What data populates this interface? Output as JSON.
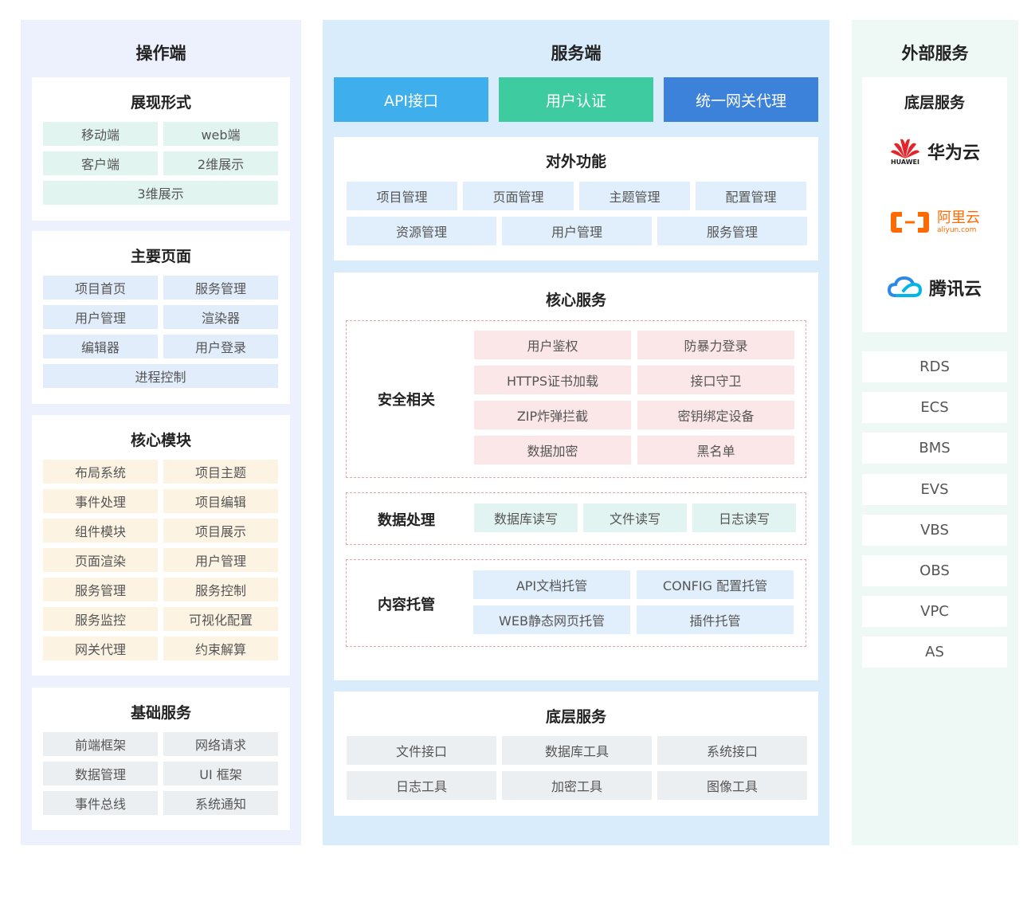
{
  "left": {
    "title": "操作端",
    "sections": [
      {
        "title": "展现形式",
        "items": [
          "移动端",
          "web端",
          "客户端",
          "2维展示",
          "3维展示"
        ]
      },
      {
        "title": "主要页面",
        "items": [
          "项目首页",
          "服务管理",
          "用户管理",
          "渲染器",
          "编辑器",
          "用户登录",
          "进程控制"
        ]
      },
      {
        "title": "核心模块",
        "items": [
          "布局系统",
          "项目主题",
          "事件处理",
          "项目编辑",
          "组件模块",
          "项目展示",
          "页面渲染",
          "用户管理",
          "服务管理",
          "服务控制",
          "服务监控",
          "可视化配置",
          "网关代理",
          "约束解算"
        ]
      },
      {
        "title": "基础服务",
        "items": [
          "前端框架",
          "网络请求",
          "数据管理",
          "UI 框架",
          "事件总线",
          "系统通知"
        ]
      }
    ]
  },
  "middle": {
    "title": "服务端",
    "top_buttons": [
      {
        "label": "API接口",
        "color": "#3eaeec"
      },
      {
        "label": "用户认证",
        "color": "#3ecb9f"
      },
      {
        "label": "统一网关代理",
        "color": "#3c81da"
      }
    ],
    "external": {
      "title": "对外功能",
      "row1": [
        "项目管理",
        "页面管理",
        "主题管理",
        "配置管理"
      ],
      "row2": [
        "资源管理",
        "用户管理",
        "服务管理"
      ]
    },
    "core": {
      "title": "核心服务",
      "security": {
        "label": "安全相关",
        "items": [
          "用户鉴权",
          "防暴力登录",
          "HTTPS证书加载",
          "接口守卫",
          "ZIP炸弹拦截",
          "密钥绑定设备",
          "数据加密",
          "黑名单"
        ]
      },
      "data": {
        "label": "数据处理",
        "items": [
          "数据库读写",
          "文件读写",
          "日志读写"
        ]
      },
      "hosting": {
        "label": "内容托管",
        "items": [
          "API文档托管",
          "CONFIG 配置托管",
          "WEB静态网页托管",
          "插件托管"
        ]
      }
    },
    "base": {
      "title": "底层服务",
      "row1": [
        "文件接口",
        "数据库工具",
        "系统接口"
      ],
      "row2": [
        "日志工具",
        "加密工具",
        "图像工具"
      ]
    }
  },
  "right": {
    "title": "外部服务",
    "base_title": "底层服务",
    "providers": [
      {
        "name": "华为云",
        "sub": "HUAWEI"
      },
      {
        "name": "阿里云",
        "sub": "aliyun.com"
      },
      {
        "name": "腾讯云"
      }
    ],
    "services": [
      "RDS",
      "ECS",
      "BMS",
      "EVS",
      "VBS",
      "OBS",
      "VPC",
      "AS"
    ]
  }
}
